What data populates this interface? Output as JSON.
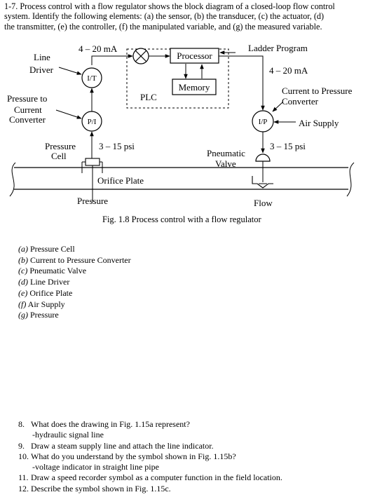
{
  "problem": {
    "lines": [
      "1-7. Process control with a flow regulator shows the block diagram of a closed-loop flow control",
      "system. Identify the following elements: (a) the sensor, (b) the transducer, (c) the actuator, (d)",
      "the transmitter, (e) the controller, (f) the manipulated variable, and (g) the measured variable."
    ]
  },
  "diagram": {
    "labels": {
      "ma_left": "4 – 20 mA",
      "ladder": "Ladder Program",
      "line_driver_1": "Line",
      "line_driver_2": "Driver",
      "processor": "Processor",
      "memory": "Memory",
      "ma_right": "4 – 20 mA",
      "it": "I/T",
      "plc": "PLC",
      "current_pressure_1": "Current to Pressure",
      "current_pressure_2": "Converter",
      "pressure_to_1": "Pressure to",
      "pressure_to_2": "Current",
      "pressure_to_3": "Converter",
      "pi": "P/I",
      "ip": "I/P",
      "air_supply": "Air Supply",
      "pressure_cell_1": "Pressure",
      "pressure_cell_2": "Cell",
      "psi_left": "3 – 15 psi",
      "psi_right": "3 – 15 psi",
      "pneumatic_1": "Pneumatic",
      "pneumatic_2": "Valve",
      "orifice": "Orifice Plate",
      "pressure": "Pressure",
      "flow": "Flow",
      "caption": "Fig. 1.8 Process control with a flow regulator"
    }
  },
  "answers": [
    {
      "letter": "(a)",
      "text": "Pressure Cell"
    },
    {
      "letter": "(b)",
      "text": "Current to Pressure Converter"
    },
    {
      "letter": "(c)",
      "text": "Pneumatic Valve"
    },
    {
      "letter": "(d)",
      "text": "Line Driver"
    },
    {
      "letter": "(e)",
      "text": "Orifice Plate"
    },
    {
      "letter": "(f)",
      "text": "Air Supply"
    },
    {
      "letter": "(g)",
      "text": "Pressure"
    }
  ],
  "questions": [
    {
      "num": "8.",
      "text": "What does the drawing in Fig. 1.15a represent?",
      "answer": "-hydraulic signal line"
    },
    {
      "num": "9.",
      "text": "Draw a steam supply line and attach the line indicator.",
      "answer": ""
    },
    {
      "num": "10.",
      "text": "What do you understand by the symbol shown in Fig. 1.15b?",
      "answer": "-voltage indicator in straight line pipe"
    },
    {
      "num": "11.",
      "text": "Draw a speed recorder symbol as a computer function in the field location.",
      "answer": ""
    },
    {
      "num": "12.",
      "text": "Describe the symbol shown in Fig. 1.15c.",
      "answer": ""
    }
  ]
}
